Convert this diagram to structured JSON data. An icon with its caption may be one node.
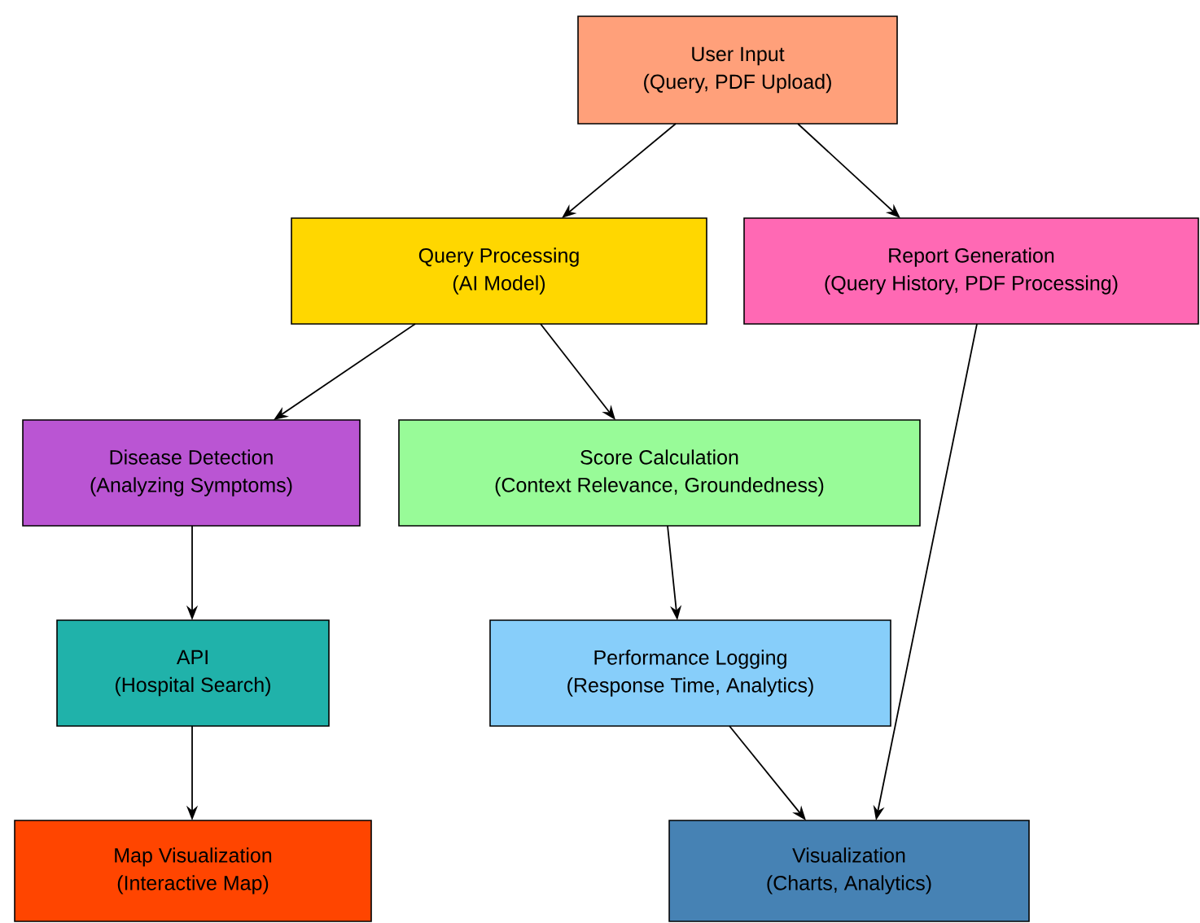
{
  "diagram": {
    "nodes": [
      {
        "text": [
          "User Input",
          "(Query, PDF Upload)"
        ]
      },
      {
        "text": [
          "Query Processing",
          "(AI Model)"
        ]
      },
      {
        "text": [
          "Report Generation",
          "(Query History, PDF Processing)"
        ]
      },
      {
        "text": [
          "Disease Detection",
          "(Analyzing Symptoms)"
        ]
      },
      {
        "text": [
          "Score Calculation",
          "(Context Relevance, Groundedness)"
        ]
      },
      {
        "text": [
          "API",
          "(Hospital Search)"
        ]
      },
      {
        "text": [
          "Performance Logging",
          "(Response Time, Analytics)"
        ]
      },
      {
        "text": [
          "Map Visualization",
          "(Interactive Map)"
        ]
      },
      {
        "text": [
          "Visualization",
          "(Charts, Analytics)"
        ]
      }
    ],
    "edges": [
      {
        "from": 0,
        "to": 1,
        "arrow": "to"
      },
      {
        "from": 0,
        "to": 2,
        "arrow": "to"
      },
      {
        "from": 1,
        "to": 3,
        "arrow": "to"
      },
      {
        "from": 1,
        "to": 4,
        "arrow": "to"
      },
      {
        "from": 3,
        "to": 5,
        "arrow": "to"
      },
      {
        "from": 4,
        "to": 6,
        "arrow": "to"
      },
      {
        "from": 5,
        "to": 7,
        "arrow": "to"
      },
      {
        "from": 6,
        "to": 8,
        "arrow": "to"
      },
      {
        "from": 2,
        "to": 8,
        "arrow": "to"
      }
    ]
  }
}
